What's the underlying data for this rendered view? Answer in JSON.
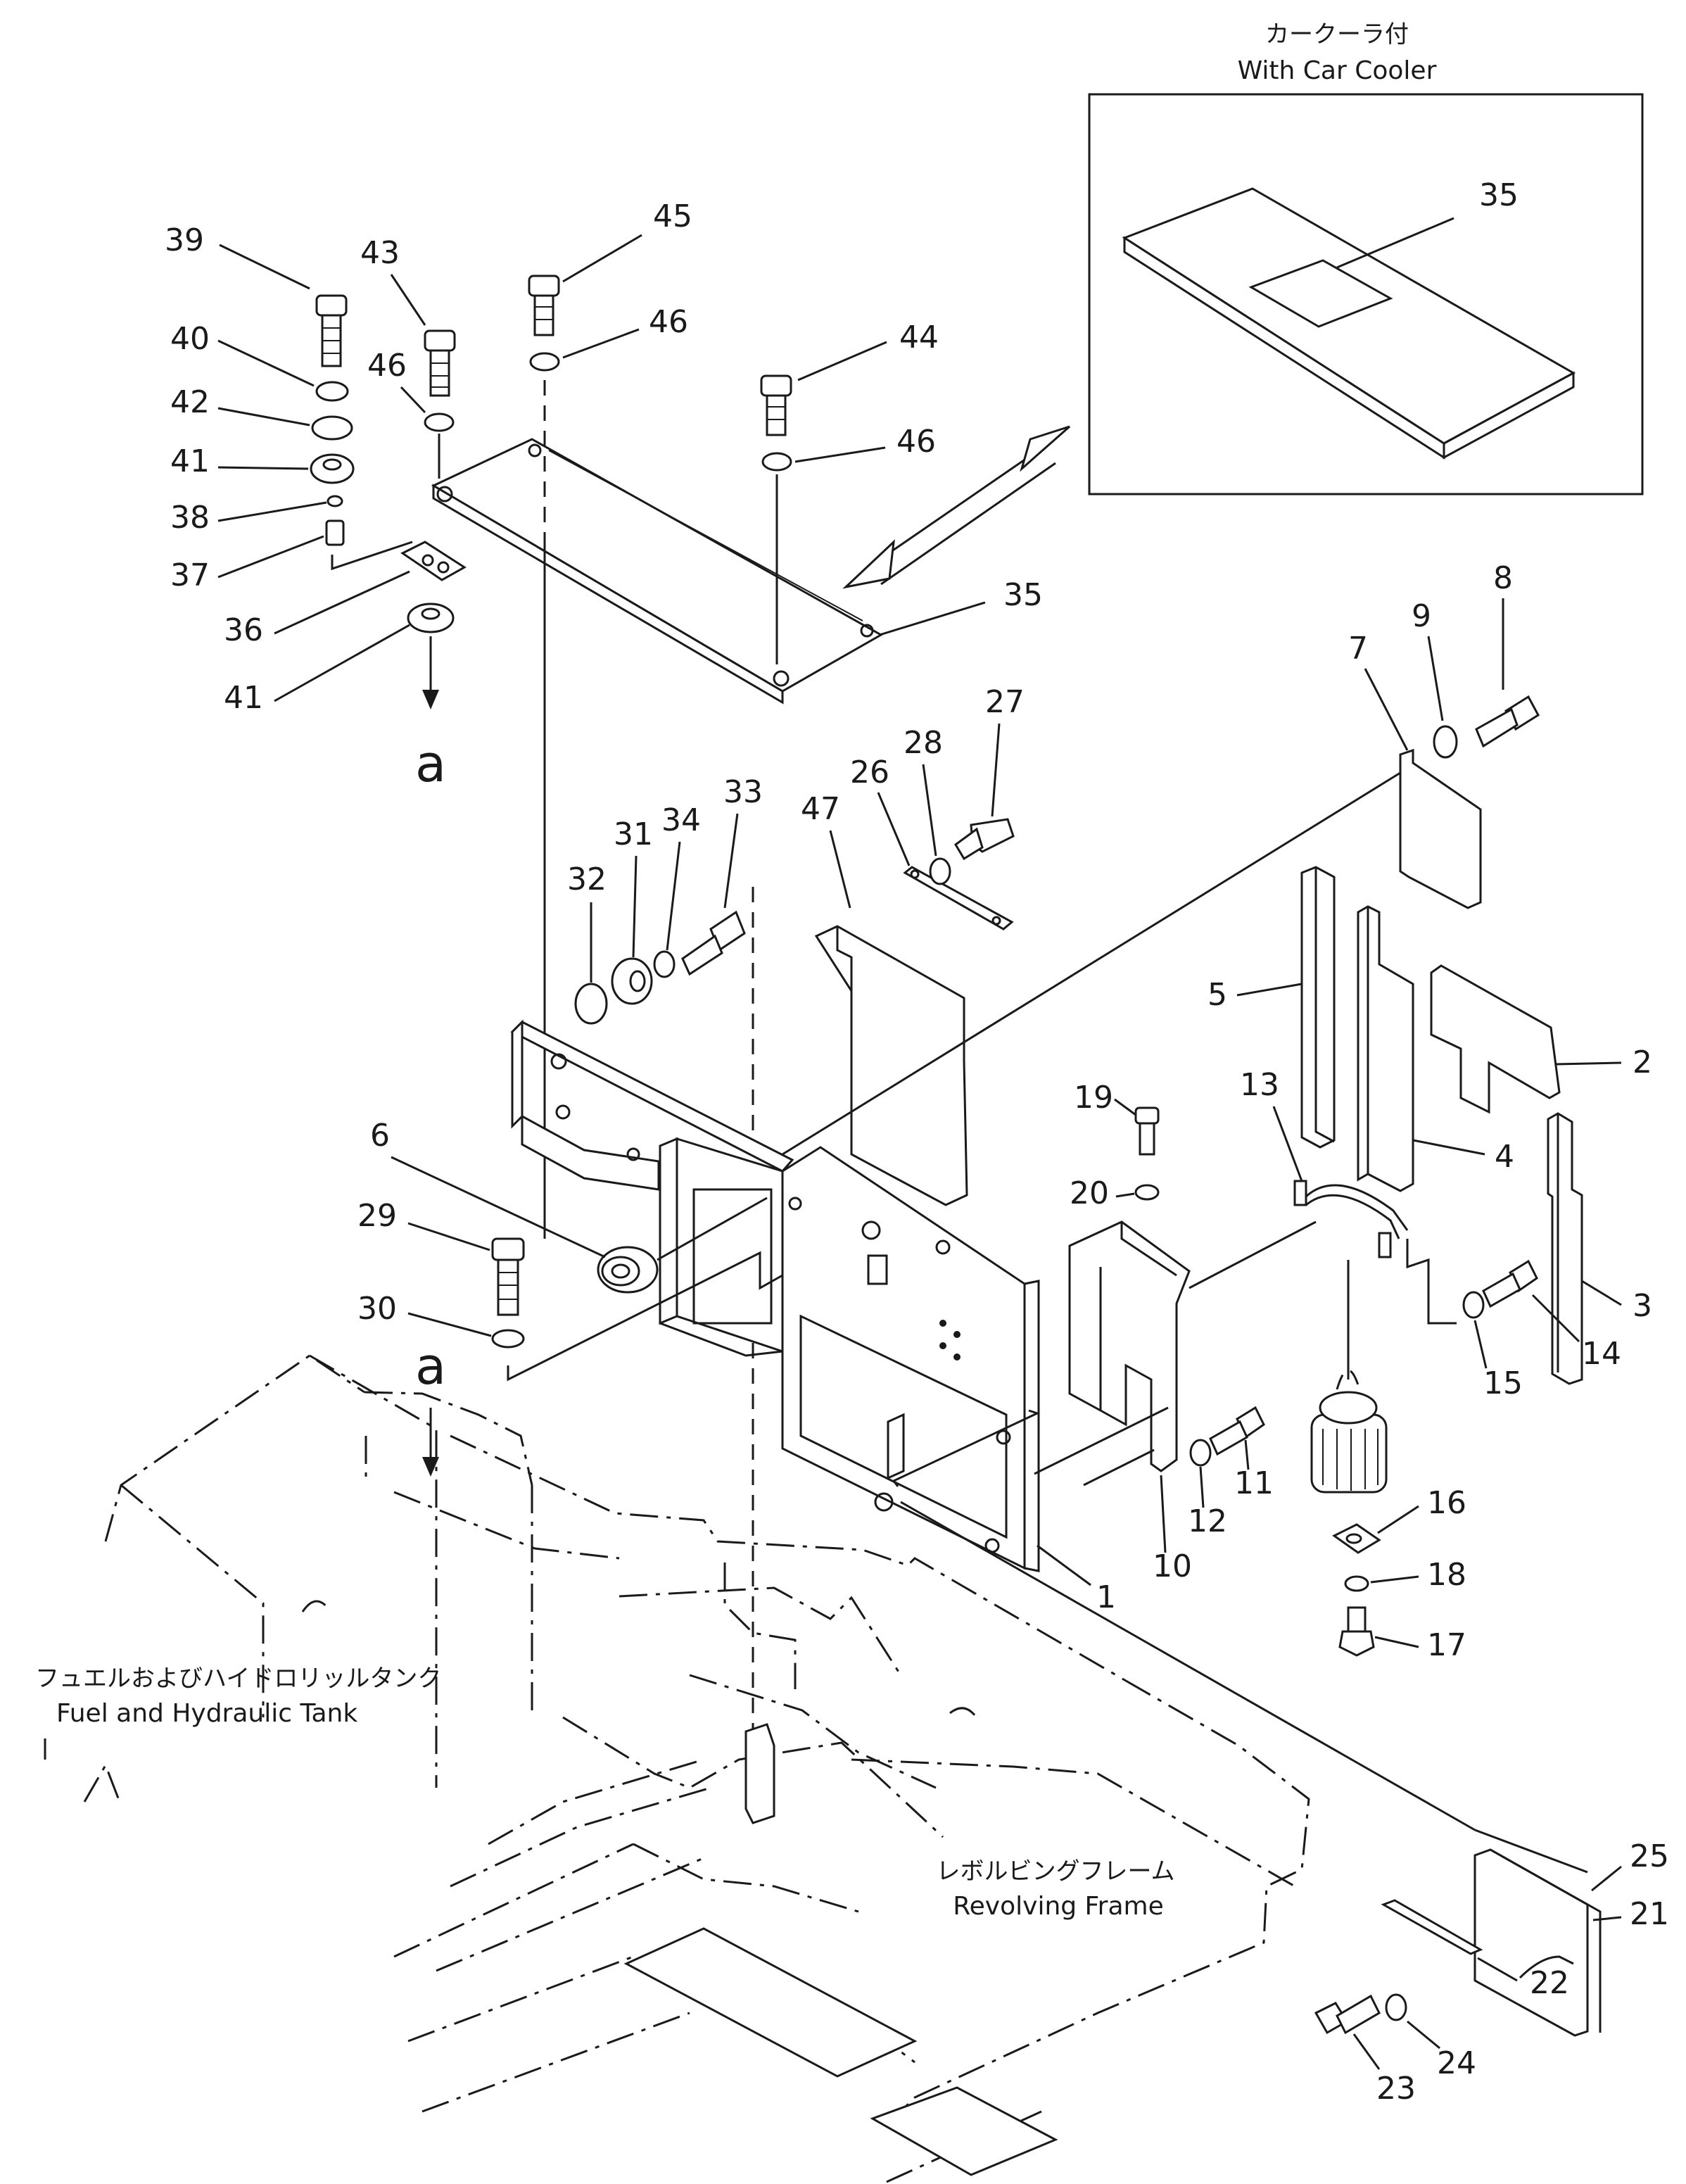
{
  "inset": {
    "title_jp": "カークーラ付",
    "title_en": "With Car Cooler",
    "part_number": "35"
  },
  "callouts": {
    "fuel_tank_jp": "フュエルおよびハイドロリッルタンク",
    "fuel_tank_en": "Fuel and Hydraulic Tank",
    "revolving_frame_jp": "レボルビングフレーム",
    "revolving_frame_en": "Revolving Frame"
  },
  "view_marker": "a",
  "parts": [
    "1",
    "2",
    "3",
    "4",
    "5",
    "6",
    "7",
    "8",
    "9",
    "10",
    "11",
    "12",
    "13",
    "14",
    "15",
    "16",
    "17",
    "18",
    "19",
    "20",
    "21",
    "22",
    "23",
    "24",
    "25",
    "26",
    "27",
    "28",
    "29",
    "30",
    "31",
    "32",
    "33",
    "34",
    "35",
    "36",
    "37",
    "38",
    "39",
    "40",
    "41",
    "42",
    "43",
    "44",
    "45",
    "46",
    "47"
  ],
  "label_text": {
    "p39": "39",
    "p43": "43",
    "p45": "45",
    "p46a": "46",
    "p46b": "46",
    "p46c": "46",
    "p44": "44",
    "p40": "40",
    "p42": "42",
    "p41a": "41",
    "p38": "38",
    "p37": "37",
    "p36": "36",
    "p41b": "41",
    "p35": "35",
    "p8": "8",
    "p9": "9",
    "p7": "7",
    "p27": "27",
    "p28": "28",
    "p26": "26",
    "p33": "33",
    "p47": "47",
    "p31": "31",
    "p34": "34",
    "p32": "32",
    "p5": "5",
    "p2": "2",
    "p4": "4",
    "p3": "3",
    "p19": "19",
    "p13": "13",
    "p6": "6",
    "p20": "20",
    "p29": "29",
    "p30": "30",
    "p15": "15",
    "p14": "14",
    "p11": "11",
    "p12": "12",
    "p10": "10",
    "p1": "1",
    "p16": "16",
    "p18": "18",
    "p17": "17",
    "p25": "25",
    "p21": "21",
    "p22": "22",
    "p23": "23",
    "p24": "24"
  }
}
